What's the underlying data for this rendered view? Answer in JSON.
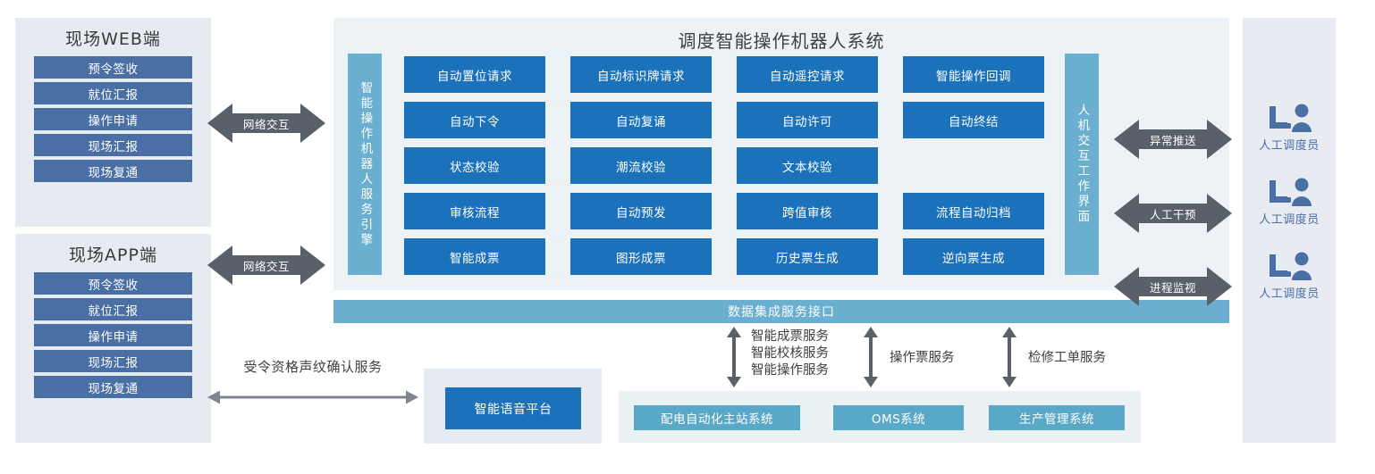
{
  "clients": [
    {
      "title": "现场WEB端",
      "items": [
        "预令签收",
        "就位汇报",
        "操作申请",
        "现场汇报",
        "现场复通"
      ]
    },
    {
      "title": "现场APP端",
      "items": [
        "预令签收",
        "就位汇报",
        "操作申请",
        "现场汇报",
        "现场复通"
      ]
    }
  ],
  "network_arrows": [
    "网络交互",
    "网络交互"
  ],
  "center": {
    "title": "调度智能操作机器人系统",
    "left_bar": "智能操作机器人服务引擎",
    "right_bar": "人机交互工作界面",
    "grid": [
      [
        "自动置位请求",
        "自动标识牌请求",
        "自动遥控请求",
        "智能操作回调"
      ],
      [
        "自动下令",
        "自动复诵",
        "自动许可",
        "自动终结"
      ],
      [
        "状态校验",
        "潮流校验",
        "文本校验",
        ""
      ],
      [
        "审核流程",
        "自动预发",
        "跨值审核",
        "流程自动归档"
      ],
      [
        "智能成票",
        "图形成票",
        "历史票生成",
        "逆向票生成"
      ]
    ]
  },
  "data_bar": "数据集成服务接口",
  "voice": {
    "arrow_label": "受令资格声纹确认服务",
    "box": "智能语音平台"
  },
  "services": [
    "智能成票服务\n智能校核服务\n智能操作服务",
    "操作票服务",
    "检修工单服务"
  ],
  "systems": [
    "配电自动化主站系统",
    "OMS系统",
    "生产管理系统"
  ],
  "dispatchers": {
    "arrows": [
      "异常推送",
      "人工干预",
      "进程监视"
    ],
    "label": "人工调度员",
    "count": 3
  },
  "colors": {
    "primary_blue": "#1b72ba",
    "teal": "#6aafd0",
    "slate_blue": "#4a6fa5",
    "panel_bg": "#ecf2f5",
    "client_bg": "#e6ebf2",
    "arrow_gray": "#5a6069"
  }
}
